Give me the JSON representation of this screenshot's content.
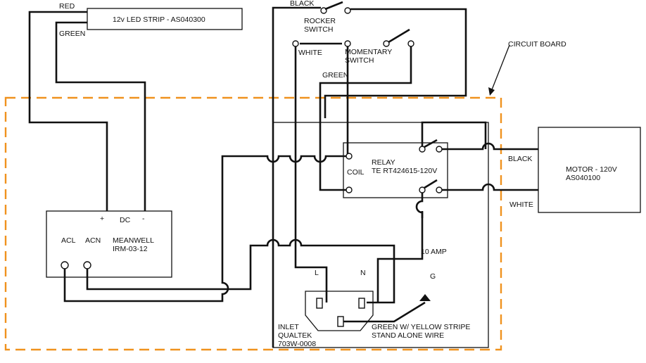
{
  "colors": {
    "wire": "#111111",
    "board_outline": "#f0921e",
    "background": "#ffffff"
  },
  "labels": {
    "red": "RED",
    "green_top": "GREEN",
    "led_strip": "12v LED STRIP - AS040300",
    "black_top": "BLACK",
    "rocker_1": "ROCKER",
    "rocker_2": "SWITCH",
    "white_sw": "WHITE",
    "momentary_1": "MOMENTARY",
    "momentary_2": "SWITCH",
    "circuit_board": "CIRCUIT BOARD",
    "green_mid": "GREEN",
    "coil": "COIL",
    "relay_1": "RELAY",
    "relay_2": "TE RT424615-120V",
    "black_motor": "BLACK",
    "white_motor": "WHITE",
    "motor_1": "MOTOR - 120V",
    "motor_2": "AS040100",
    "plus": "+",
    "dc": "DC",
    "minus": "-",
    "acl": "ACL",
    "acn": "ACN",
    "meanwell_1": "MEANWELL",
    "meanwell_2": "IRM-03-12",
    "fuse": "10 AMP",
    "l": "L",
    "n": "N",
    "g": "G",
    "inlet_1": "INLET",
    "inlet_2": "QUALTEK",
    "inlet_3": "703W-0008",
    "ground_1": "GREEN W/ YELLOW STRIPE",
    "ground_2": "STAND ALONE WIRE"
  }
}
